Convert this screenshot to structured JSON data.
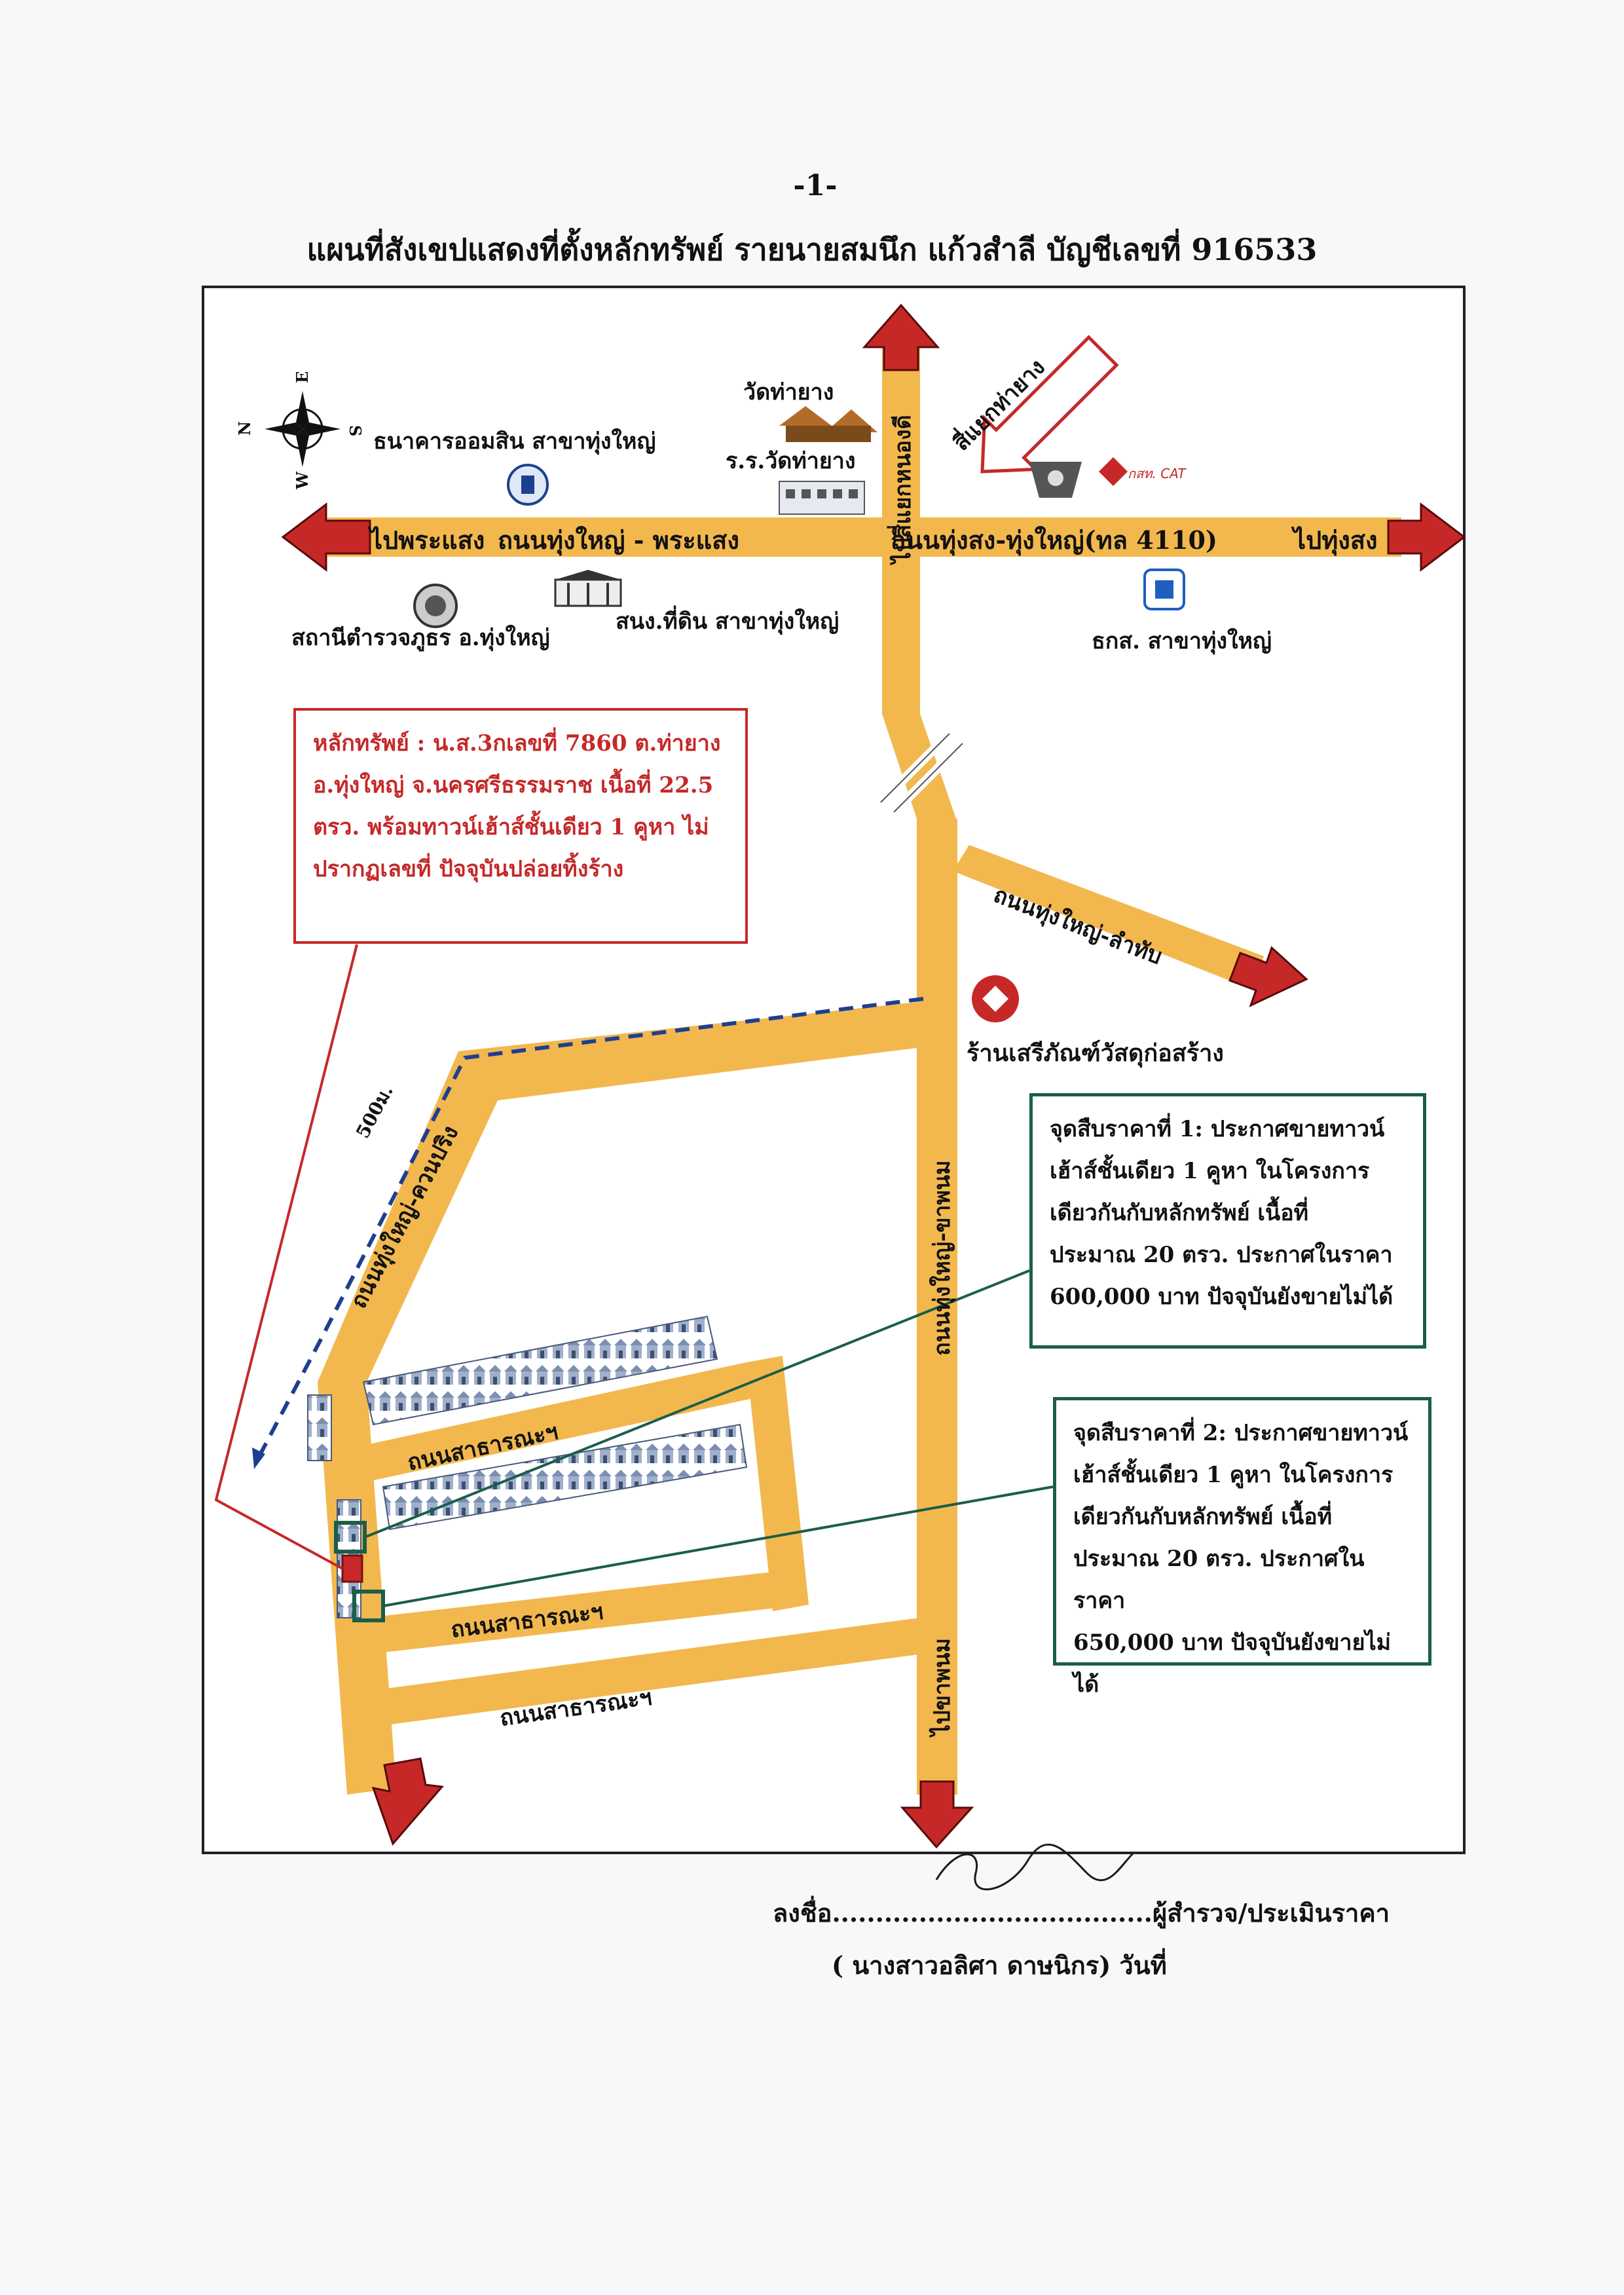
{
  "header": {
    "page_number": "-1-",
    "title": "แผนที่สังเขปแสดงที่ตั้งหลักทรัพย์ รายนายสมนึก แก้วสำลี บัญชีเลขที่ 916533"
  },
  "compass": {
    "n": "N",
    "s": "S",
    "e": "E",
    "w": "W"
  },
  "roads": {
    "main_west": "ถนนทุ่งใหญ่ - พระแสง",
    "main_east": "ถนนทุ่งสง-ทุ่งใหญ่(ทล 4110)",
    "to_west": "ไปพระแสง",
    "to_east": "ไปทุ่งสง",
    "to_north": "ไปสี่แยกหนองดี",
    "to_south": "ไปขาพนม",
    "vertical_mid": "ถนนทุ่งใหญ่-ขาพนม",
    "lamthap": "ถนนทุ่งใหญ่-ลำทับ",
    "khuanpring": "ถนนทุ่งใหญ่-ควนปริง",
    "public1": "ถนนสาธารณะฯ",
    "public2": "ถนนสาธารณะฯ",
    "public3": "ถนนสาธารณะฯ",
    "distance": "500ม."
  },
  "junction_sign": "สี่แยกท่ายาง",
  "landmarks": {
    "wat": "วัดท่ายาง",
    "school": "ร.ร.วัดท่ายาง",
    "gsb": "ธนาคารออมสิน สาขาทุ่งใหญ่",
    "police": "สถานีตำรวจภูธร อ.ทุ่งใหญ่",
    "land_office": "สนง.ที่ดิน สาขาทุ่งใหญ่",
    "baac": "ธกส. สาขาทุ่งใหญ่",
    "cat_logo": "กสท. CAT",
    "store": "ร้านเสรีภัณฑ์วัสดุก่อสร้าง"
  },
  "property_box": {
    "lines": [
      "หลักทรัพย์ : น.ส.3กเลขที่ 7860 ต.ท่ายาง",
      "อ.ทุ่งใหญ่ จ.นครศรีธรรมราช เนื้อที่ 22.5",
      "ตรว. พร้อมทาวน์เฮ้าส์ชั้นเดียว 1 คูหา ไม่",
      "ปรากฏเลขที่ ปัจจุบันปล่อยทิ้งร้าง"
    ]
  },
  "survey1": {
    "lines": [
      "จุดสืบราคาที่ 1: ประกาศขายทาวน์",
      "เฮ้าส์ชั้นเดียว 1 คูหา ในโครงการ",
      "เดียวกันกับหลักทรัพย์ เนื้อที่",
      "ประมาณ 20 ตรว. ประกาศในราคา",
      "600,000 บาท ปัจจุบันยังขายไม่ได้"
    ]
  },
  "survey2": {
    "lines": [
      "จุดสืบราคาที่ 2: ประกาศขายทาวน์",
      "เฮ้าส์ชั้นเดียว 1 คูหา ในโครงการ",
      "เดียวกันกับหลักทรัพย์ เนื้อที่",
      "ประมาณ 20 ตรว. ประกาศในราคา",
      "650,000 บาท ปัจจุบันยังขายไม่ได้"
    ]
  },
  "signature": {
    "line1": "ลงชื่อ.....................................ผู้สำรวจ/ประเมินราคา",
    "line2": "( นางสาวอลิศา ดาษนิกร) วันที่"
  },
  "colors": {
    "road": "#f2b84e",
    "arrow": "#c62828",
    "red_line": "#c62828",
    "green_line": "#1b5e4a",
    "dashed": "#1e3f91"
  }
}
